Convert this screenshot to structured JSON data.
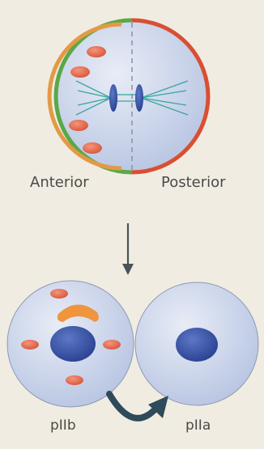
{
  "labels": {
    "anterior": "Anterior",
    "posterior": "Posterior",
    "daughter_left": "pIIb",
    "daughter_right": "pIIa"
  },
  "colors": {
    "background": "#f1ece1",
    "cell_fill": "#cdd6ea",
    "anterior_cortex": "#5aa84a",
    "posterior_cortex": "#d94f32",
    "anterior_crescent_inner": "#e39a45",
    "vesicle": "#e66b4f",
    "nucleus": "#3b57a6",
    "spindle": "#3aa5a0",
    "arrow": "#4a5358",
    "curved_arrow": "#2f4a5a"
  },
  "icons": {
    "division_arrow": "down-arrow-icon",
    "signaling_arrow": "curved-arrow-icon"
  }
}
